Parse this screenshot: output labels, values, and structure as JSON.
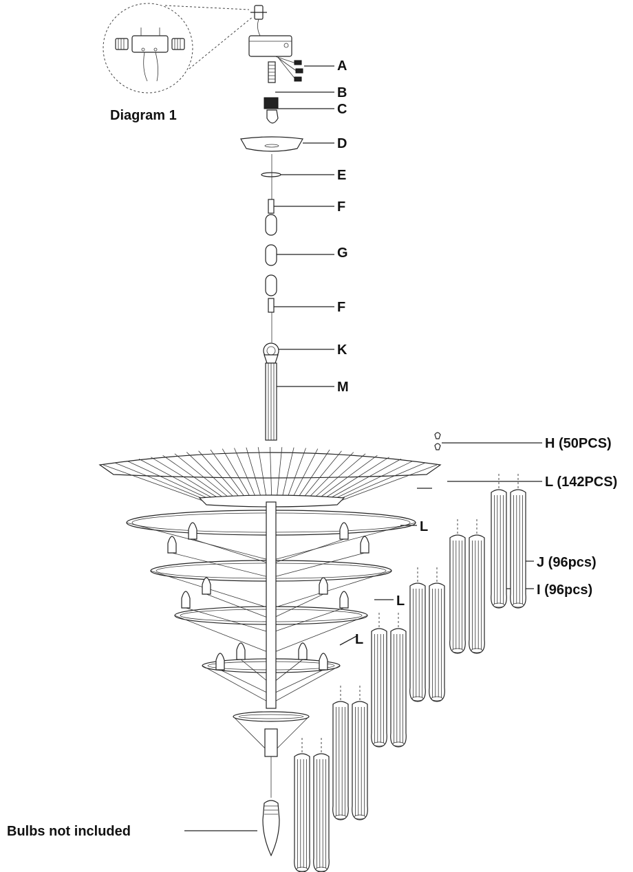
{
  "labels": {
    "diagram1": "Diagram 1",
    "A": "A",
    "B": "B",
    "C": "C",
    "D": "D",
    "E": "E",
    "F1": "F",
    "G": "G",
    "F2": "F",
    "K": "K",
    "M": "M",
    "H": "H (50PCS)",
    "L_main": "L (142PCS)",
    "L1": "L",
    "L2": "L",
    "L3": "L",
    "J": "J (96pcs)",
    "I": "I (96pcs)",
    "bulbs": "Bulbs not included"
  },
  "colors": {
    "line": "#222222",
    "text": "#111111",
    "background": "#ffffff"
  }
}
